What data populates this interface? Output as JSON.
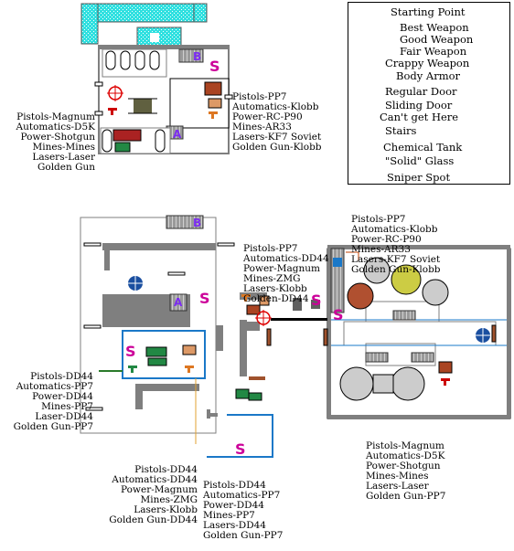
{
  "legend": {
    "starting_point": "Starting Point",
    "best_weapon": "Best Weapon",
    "good_weapon": "Good Weapon",
    "fair_weapon": "Fair Weapon",
    "crappy_weapon": "Crappy Weapon",
    "body_armor": "Body Armor",
    "regular_door": "Regular Door",
    "sliding_door": "Sliding Door",
    "cant_get_here": "Can't get Here",
    "stairs": "Stairs",
    "chemical_tank": "Chemical Tank",
    "solid_glass": "\"Solid\" Glass",
    "sniper_spot": "Sniper Spot"
  },
  "markers": {
    "start": "S",
    "stairs_a": "A",
    "stairs_b": "B"
  },
  "colors": {
    "start": "#cc0099",
    "stairs_letter": "#7b2cf0",
    "cant_get_here": "#2fe0e0",
    "wall": "#7f7f7f",
    "glass": "#1a78c8",
    "door": "#a0522d",
    "sniper": "#dd0000",
    "armor": "#1a4fa0"
  },
  "loadouts": {
    "top_left": [
      "Pistols-Magnum",
      "Automatics-D5K",
      "Power-Shotgun",
      "Mines-Mines",
      "Lasers-Laser",
      "Golden Gun"
    ],
    "top_right": [
      "Pistols-PP7",
      "Automatics-Klobb",
      "Power-RC-P90",
      "Mines-AR33",
      "Lasers-KF7 Soviet",
      "Golden Gun-Klobb"
    ],
    "mid_center": [
      "Pistols-PP7",
      "Automatics-DD44",
      "Power-Magnum",
      "Mines-ZMG",
      "Lasers-Klobb",
      "Golden-DD44"
    ],
    "mid_right": [
      "Pistols-PP7",
      "Automatics-Klobb",
      "Power-RC-P90",
      "Mines-AR33",
      "Lasers-KF7 Soviet",
      "Golden Gun-Klobb"
    ],
    "left_lower": [
      "Pistols-DD44",
      "Automatics-PP7",
      "Power-DD44",
      "Mines-PP7",
      "Laser-DD44",
      "Golden Gun-PP7"
    ],
    "bottom_left": [
      "Pistols-DD44",
      "Automatics-DD44",
      "Power-Magnum",
      "Mines-ZMG",
      "Lasers-Klobb",
      "Golden Gun-DD44"
    ],
    "bottom_center": [
      "Pistols-DD44",
      "Automatics-PP7",
      "Power-DD44",
      "Mines-PP7",
      "Lasers-DD44",
      "Golden Gun-PP7"
    ],
    "bottom_right": [
      "Pistols-Magnum",
      "Automatics-D5K",
      "Power-Shotgun",
      "Mines-Mines",
      "Lasers-Laser",
      "Golden Gun-PP7"
    ]
  }
}
